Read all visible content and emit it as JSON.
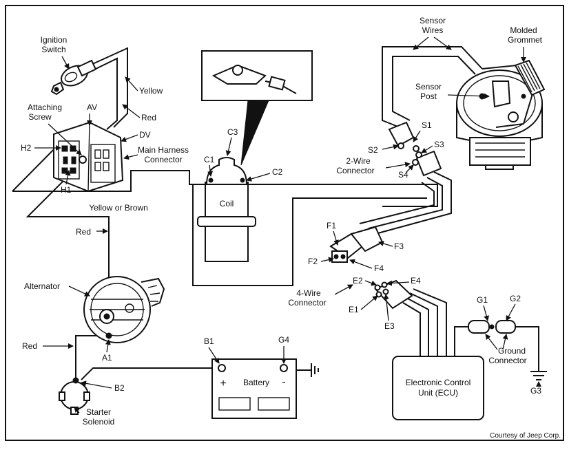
{
  "labels": {
    "ignition_switch": [
      "Ignition",
      "Switch"
    ],
    "yellow": "Yellow",
    "red_top": "Red",
    "av": "AV",
    "attaching_screw": [
      "Attaching",
      "Screw"
    ],
    "dv": "DV",
    "h2": "H2",
    "h1": "H1",
    "main_harness": [
      "Main Harness",
      "Connector"
    ],
    "yellow_or_brown": "Yellow or Brown",
    "red_mid": "Red",
    "alternator": "Alternator",
    "red_bottom": "Red",
    "a1": "A1",
    "b2": "B2",
    "starter_solenoid": [
      "Starter",
      "Solenoid"
    ],
    "c1": "C1",
    "c3": "C3",
    "c2": "C2",
    "coil": "Coil",
    "b1": "B1",
    "g4": "G4",
    "battery": "Battery",
    "plus": "+",
    "minus": "-",
    "sensor_wires": [
      "Sensor",
      "Wires"
    ],
    "molded_grommet": [
      "Molded",
      "Grommet"
    ],
    "sensor_post": [
      "Sensor",
      "Post"
    ],
    "s1": "S1",
    "s2": "S2",
    "s3": "S3",
    "s4": "S4",
    "two_wire": [
      "2-Wire",
      "Connector"
    ],
    "f1": "F1",
    "f2": "F2",
    "f3": "F3",
    "f4": "F4",
    "four_wire": [
      "4-Wire",
      "Connector"
    ],
    "e1": "E1",
    "e2": "E2",
    "e3": "E3",
    "e4": "E4",
    "g1": "G1",
    "g2": "G2",
    "g3": "G3",
    "ground_connector": [
      "Ground",
      "Connector"
    ],
    "ecu": [
      "Electronic Control",
      "Unit (ECU)"
    ],
    "credit": "Courtesy of Jeep Corp."
  }
}
